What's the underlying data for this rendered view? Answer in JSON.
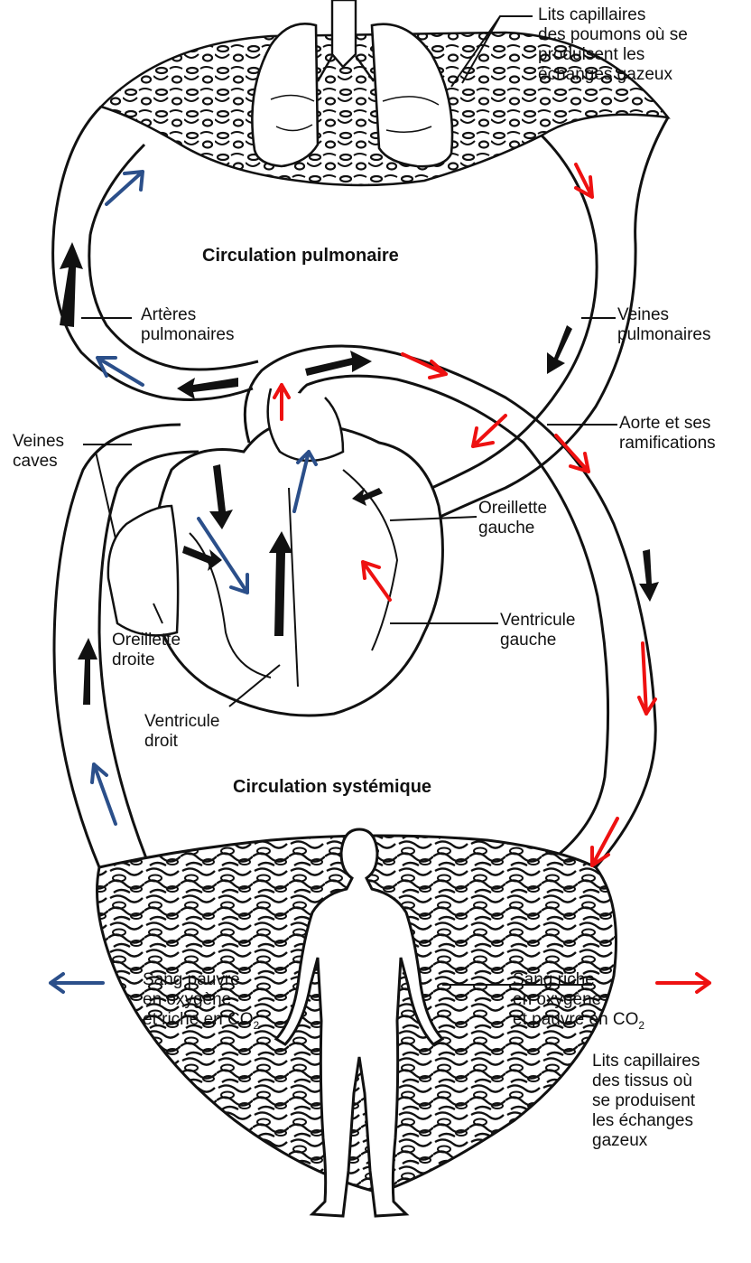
{
  "titles": {
    "pulmonary": "Circulation pulmonaire",
    "systemic": "Circulation systémique"
  },
  "labels": {
    "lung_capillaries": "Lits capillaires\ndes poumons où se\nproduisent les\néchanges gazeux",
    "pulmonary_arteries": "Artères\npulmonaires",
    "pulmonary_veins": "Veines\npulmonaires",
    "venae_cavae": "Veines\ncaves",
    "aorta": "Aorte et ses\nramifications",
    "left_atrium": "Oreillette\ngauche",
    "left_ventricle": "Ventricule\ngauche",
    "right_atrium": "Oreillette\ndroite",
    "right_ventricle": "Ventricule\ndroit",
    "tissue_capillaries": "Lits capillaires\ndes tissus où\nse produisent\nles échanges\ngazeux"
  },
  "legend": {
    "blue": {
      "line1": "Sang pauvre",
      "line2": "en oxygène",
      "line3_prefix": "et riche en CO",
      "line3_sub": "2",
      "color": "#2b4f8a"
    },
    "red": {
      "line1": "Sang riche",
      "line2": "en oxygène",
      "line3_prefix": "et pauvre en CO",
      "line3_sub": "2",
      "color": "#ee1111"
    }
  },
  "colors": {
    "blue_arrow": "#2b4f8a",
    "red_arrow": "#ee1111",
    "line": "#111111"
  }
}
